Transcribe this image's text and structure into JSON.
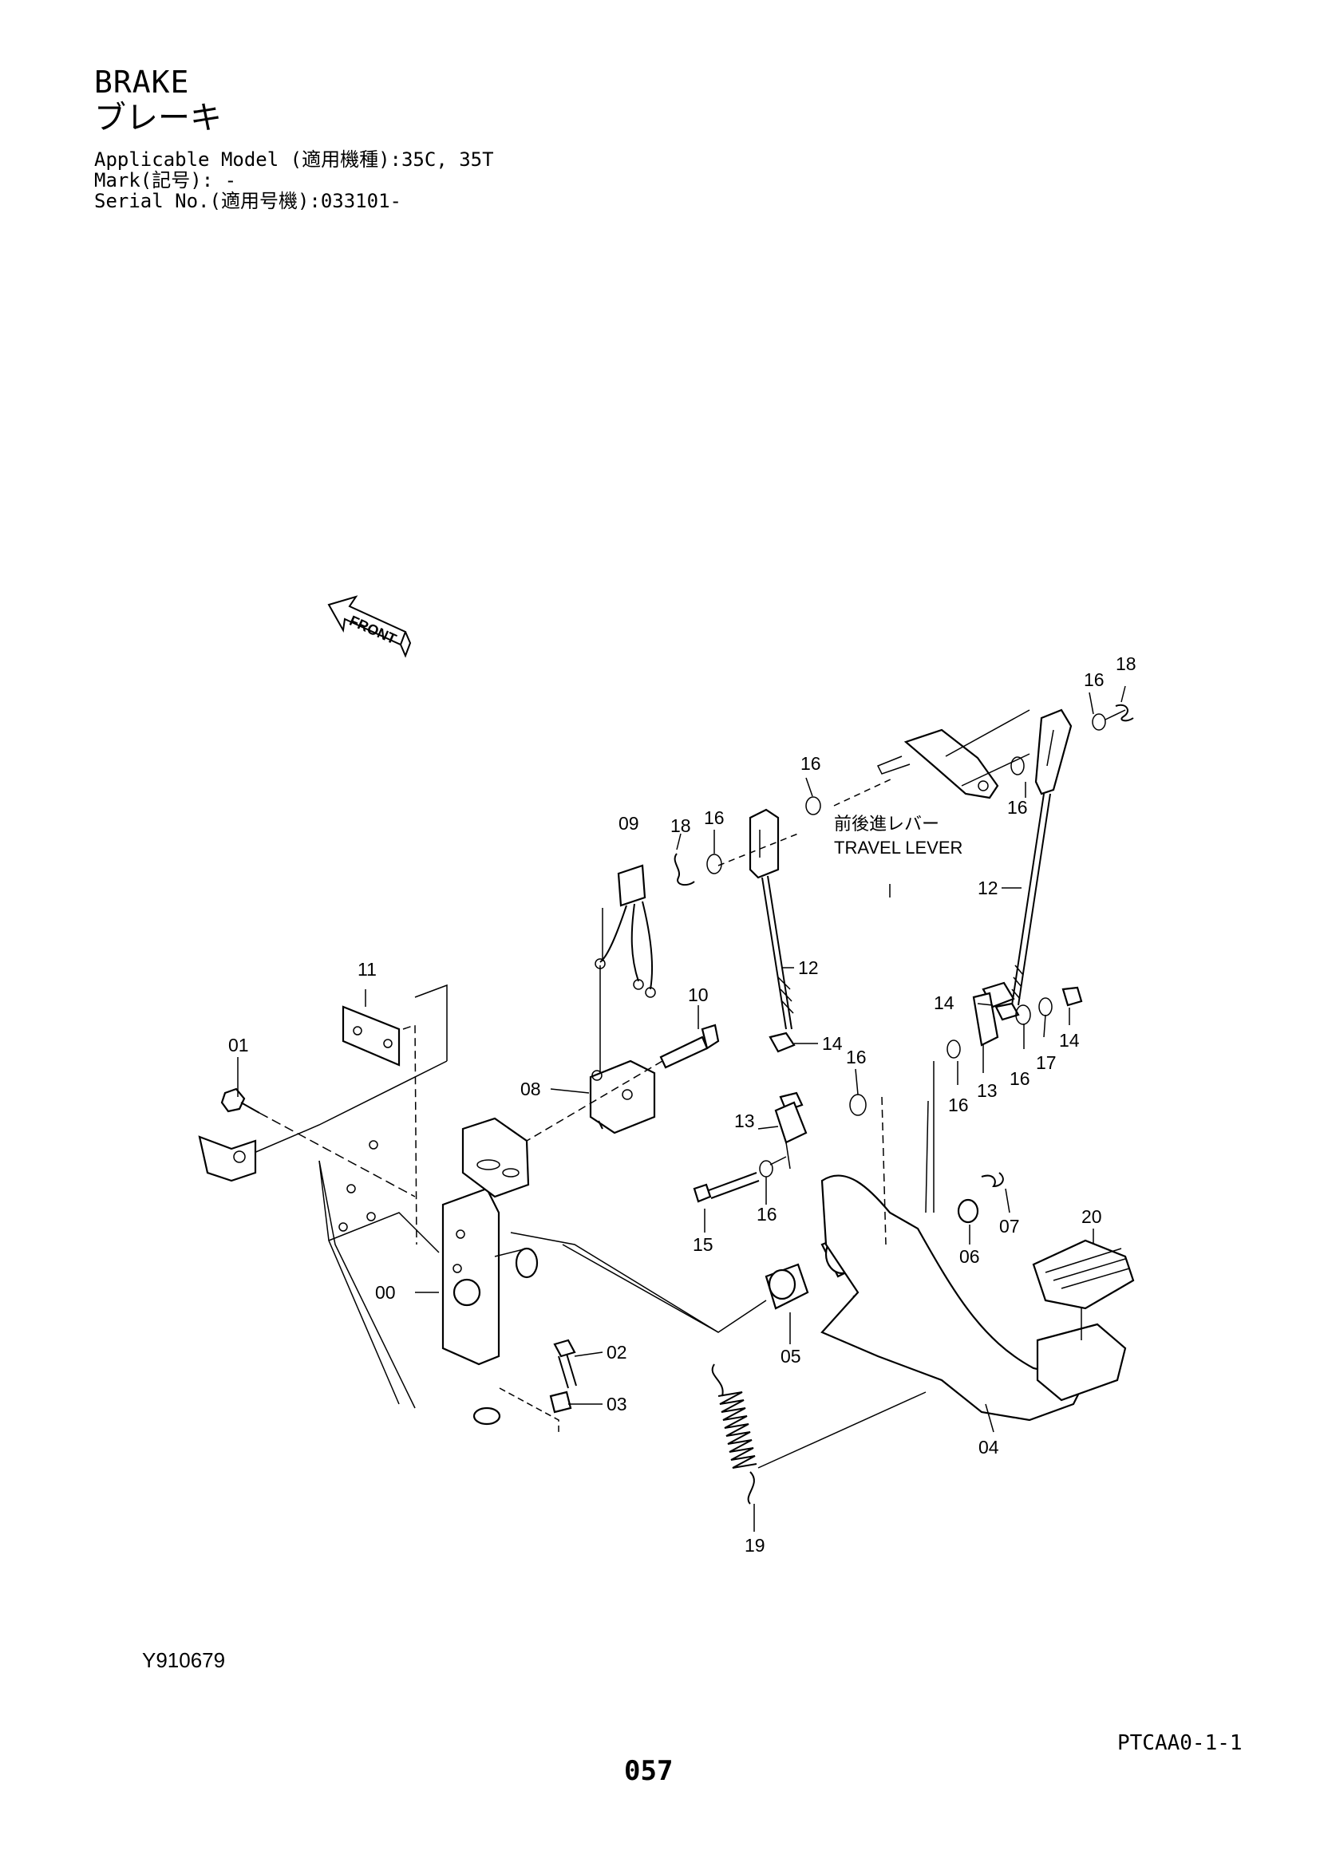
{
  "header": {
    "title_en": "BRAKE",
    "title_ja": "ブレーキ",
    "applicable_model": "Applicable Model (適用機種):35C, 35T",
    "mark": "Mark(記号): -",
    "serial_no": "Serial No.(適用号機):033101-"
  },
  "diagram": {
    "direction_label": "FRONT",
    "lever_label_ja": "前後進レバー",
    "lever_label_en": "TRAVEL LEVER",
    "callouts": {
      "c00": "00",
      "c01": "01",
      "c02": "02",
      "c03": "03",
      "c04": "04",
      "c05": "05",
      "c06": "06",
      "c07": "07",
      "c08": "08",
      "c09": "09",
      "c10": "10",
      "c11": "11",
      "c12a": "12",
      "c12b": "12",
      "c13a": "13",
      "c13b": "13",
      "c14a": "14",
      "c14b": "14",
      "c14c": "14",
      "c15": "15",
      "c16a": "16",
      "c16b": "16",
      "c16c": "16",
      "c16d": "16",
      "c16e": "16",
      "c16f": "16",
      "c16g": "16",
      "c16h": "16",
      "c17": "17",
      "c18a": "18",
      "c18b": "18",
      "c19": "19",
      "c20": "20"
    }
  },
  "footer": {
    "illustration_code": "Y910679",
    "sheet_code": "PTCAA0-1-1",
    "page_number": "057"
  }
}
